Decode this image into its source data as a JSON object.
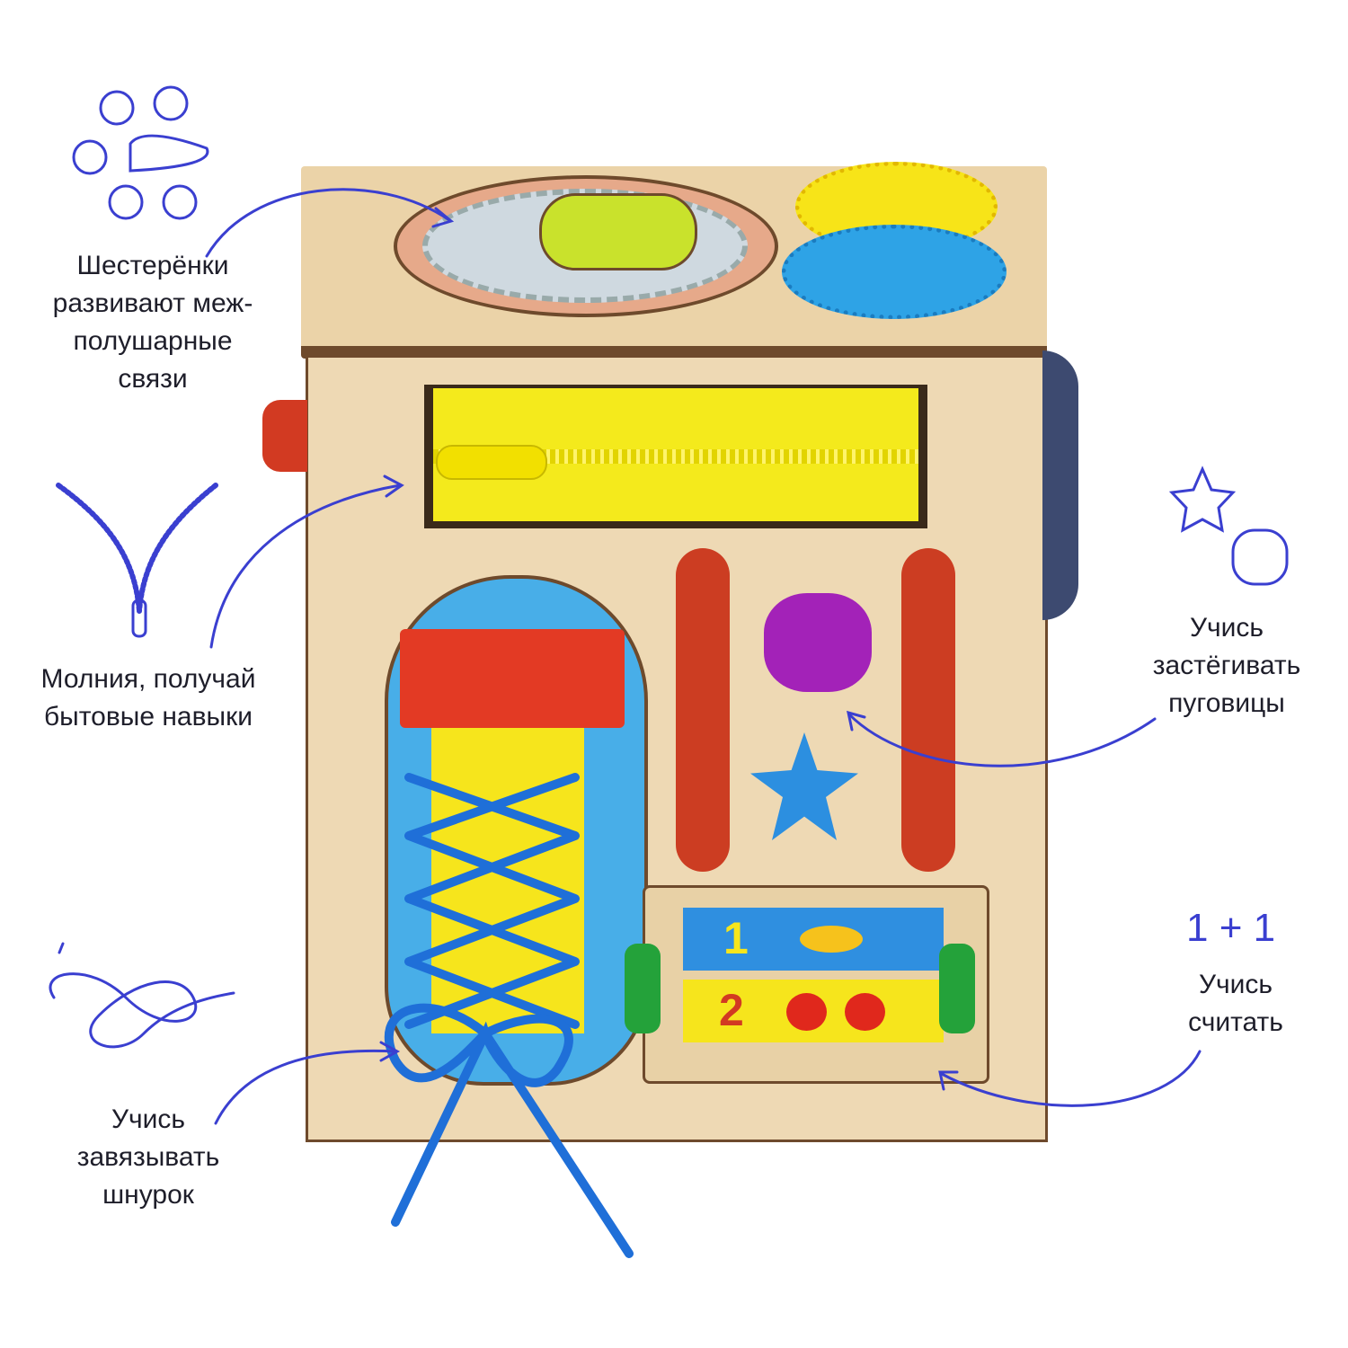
{
  "labels": {
    "gears": [
      "Шестерёнки",
      "развивают меж-",
      "полушарные",
      "связи"
    ],
    "zipper": [
      "Молния, получай",
      "бытовые навыки"
    ],
    "lace": [
      "Учись",
      "завязывать",
      "шнурок"
    ],
    "buttons": [
      "Учись",
      "застёгивать",
      "пуговицы"
    ],
    "count_formula": "1 + 1",
    "count": [
      "Учись",
      "считать"
    ]
  },
  "board": {
    "counter_digits": [
      "1",
      "2"
    ]
  },
  "colors": {
    "accent": "#3a3fd0",
    "wood": "#ecd6b0",
    "wood_edge": "#6e4a2c",
    "zipper": "#f4ea1c",
    "red": "#d23a22",
    "blue": "#2c8fe0",
    "purple": "#a322b8"
  }
}
